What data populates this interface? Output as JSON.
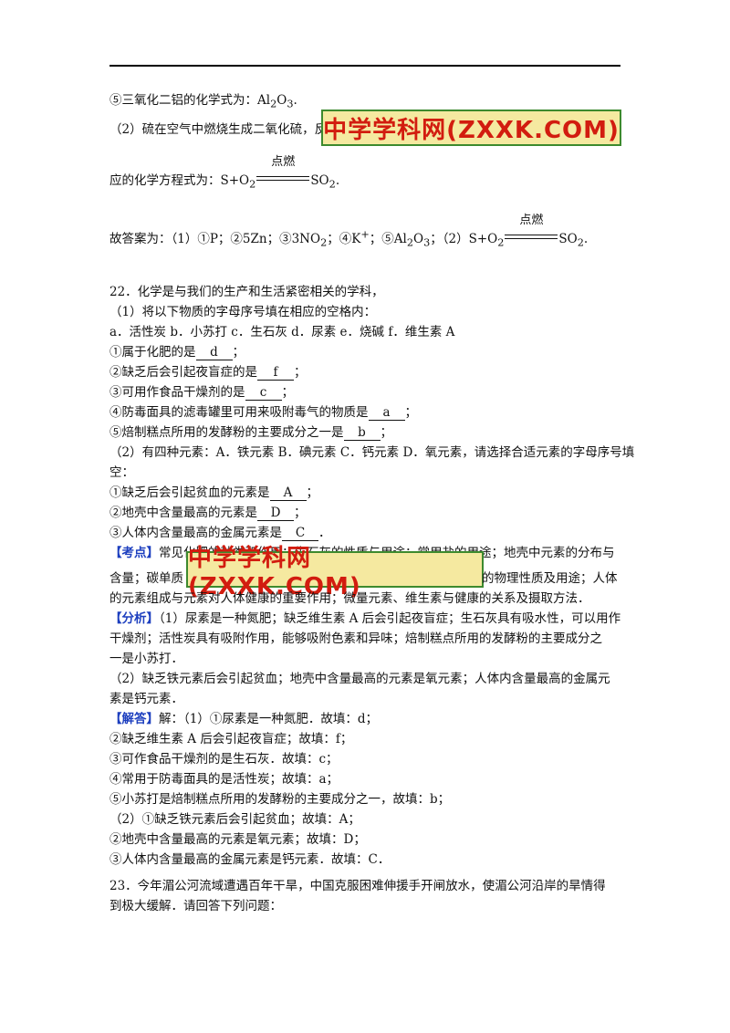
{
  "watermark": "中学学科网(ZXXK.COM)",
  "top": {
    "l1_pre": "⑤三氧化二铝的化学式为：Al",
    "l1_s1": "2",
    "l1_mid": "O",
    "l1_s2": "3",
    "l1_post": ".",
    "l2": "（2）硫在空气中燃烧生成二氧化硫，反",
    "l3_pre": "应的化学方程式为：S+O",
    "l3_s1": "2",
    "l3_cond": "点燃",
    "l3_post": "SO",
    "l3_s2": "2",
    "l3_end": "."
  },
  "answer_line": {
    "a": "故答案为：（1）①P；②5Zn；③3NO",
    "a_s1": "2",
    "b": "；④K",
    "sup": "+",
    "c": "；⑤Al",
    "c_s1": "2",
    "d": "O",
    "d_s1": "3",
    "e": "；（2）S+O",
    "e_s1": "2",
    "cond": "点燃",
    "f": "SO",
    "f_s1": "2",
    "g": "."
  },
  "q22": {
    "title": "22．化学是与我们的生产和生活紧密相关的学科，",
    "part1": "（1）将以下物质的字母序号填在相应的空格内：",
    "options": "a．活性炭  b．小苏打  c．生石灰  d．尿素  e．烧碱  f．维生素 A",
    "items": [
      {
        "pre": "①属于化肥的是",
        "ans": "d",
        "post": "；"
      },
      {
        "pre": "②缺乏后会引起夜盲症的是",
        "ans": "f",
        "post": "；"
      },
      {
        "pre": "③可用作食品干燥剂的是",
        "ans": "c",
        "post": "；"
      },
      {
        "pre": "④防毒面具的滤毒罐里可用来吸附毒气的物质是",
        "ans": "a",
        "post": "；"
      },
      {
        "pre": "⑤焙制糕点所用的发酵粉的主要成分之一是",
        "ans": "b",
        "post": "；"
      }
    ],
    "part2_l1": "（2）有四种元素：A．铁元素  B．碘元素 C．钙元素 D．氧元素，请选择合适元素的字母序号填",
    "part2_l2": "空：",
    "items2": [
      {
        "pre": "①缺乏后会引起贫血的元素是",
        "ans": "A",
        "post": "；"
      },
      {
        "pre": "②地壳中含量最高的元素是",
        "ans": "D",
        "post": "；"
      },
      {
        "pre": "③人体内含量最高的金属元素是",
        "ans": "C",
        "post": "．"
      }
    ],
    "kaodian_tag": "【考点】",
    "kaodian_l1": "常见化肥的种类和作用；生石灰的性质与用途；常用盐的用途；地壳中元素的分布与",
    "kaodian_l2a": "含量；碳单质",
    "kaodian_l2b": "的物理性质及用途；人体",
    "kaodian_l3": "的元素组成与元素对人体健康的重要作用；微量元素、维生素与健康的关系及摄取方法．",
    "fenxi_tag": "【分析】",
    "fenxi_l1": "（1）尿素是一种氮肥；缺乏维生素 A 后会引起夜盲症；生石灰具有吸水性，可以用作",
    "fenxi_l2": "干燥剂；活性炭具有吸附作用，能够吸附色素和异味；焙制糕点所用的发酵粉的主要成分之",
    "fenxi_l3": "一是小苏打．",
    "fenxi_l4": "（2）缺乏铁元素后会引起贫血；地壳中含量最高的元素是氧元素；人体内含量最高的金属元",
    "fenxi_l5": "素是钙元素．",
    "jieda_tag": "【解答】",
    "jieda_l1": "解：（1）①尿素是一种氮肥．故填：d；",
    "jieda_lines": [
      "②缺乏维生素 A 后会引起夜盲症；故填：f；",
      "③可作食品干燥剂的是生石灰．故填：c；",
      "④常用于防毒面具的是活性炭；故填：a；",
      "⑤小苏打是焙制糕点所用的发酵粉的主要成分之一，故填：b；",
      "（2）①缺乏铁元素后会引起贫血；故填：A；",
      "②地壳中含量最高的元素是氧元素；故填：D；",
      "③人体内含量最高的金属元素是钙元素．故填：C．"
    ]
  },
  "q23": {
    "l1": "23．今年湄公河流域遭遇百年干旱，中国克服困难伸援手开闸放水，使湄公河沿岸的旱情得",
    "l2": "到极大缓解．请回答下列问题："
  }
}
